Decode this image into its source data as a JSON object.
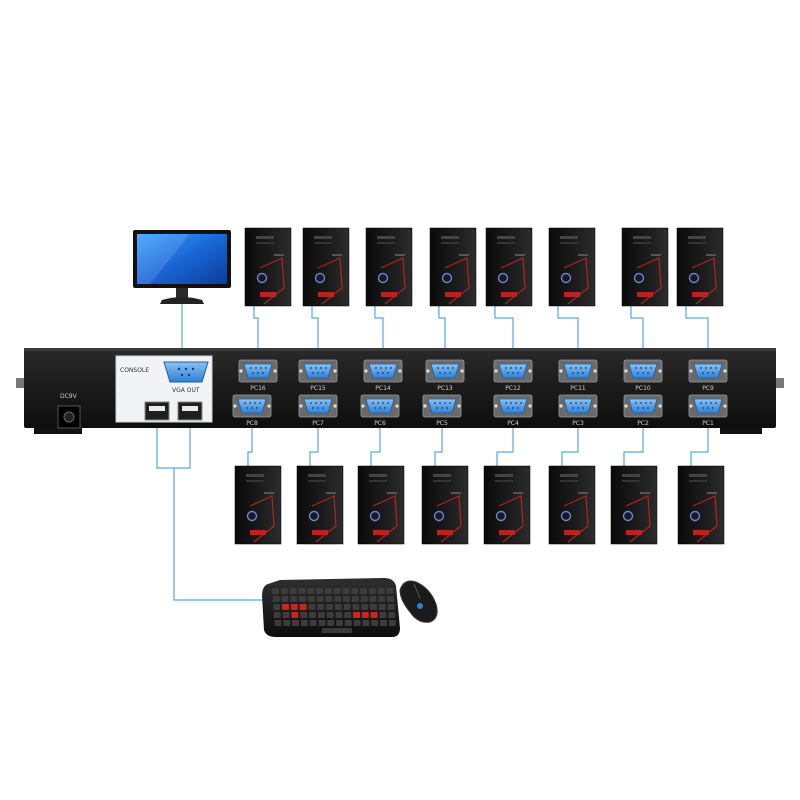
{
  "kvm": {
    "power_label": "DC9V",
    "console_label": "CONSOLE",
    "vga_out_label": "VGA OUT",
    "ports_top": [
      "PC16",
      "PC15",
      "PC14",
      "PC13",
      "PC12",
      "PC11",
      "PC10",
      "PC9"
    ],
    "ports_bottom": [
      "PC8",
      "PC7",
      "PC6",
      "PC5",
      "PC4",
      "PC3",
      "PC2",
      "PC1"
    ]
  },
  "colors": {
    "chassis": "#1b1b1b",
    "console_panel": "#f2f3f5",
    "vga_port": "#2f7fd6",
    "cable": "#5ba6e0",
    "tower_accent": "#c8261e"
  },
  "devices": {
    "monitor": "monitor",
    "keyboard": "keyboard",
    "mouse": "mouse",
    "tower_count": 16
  }
}
